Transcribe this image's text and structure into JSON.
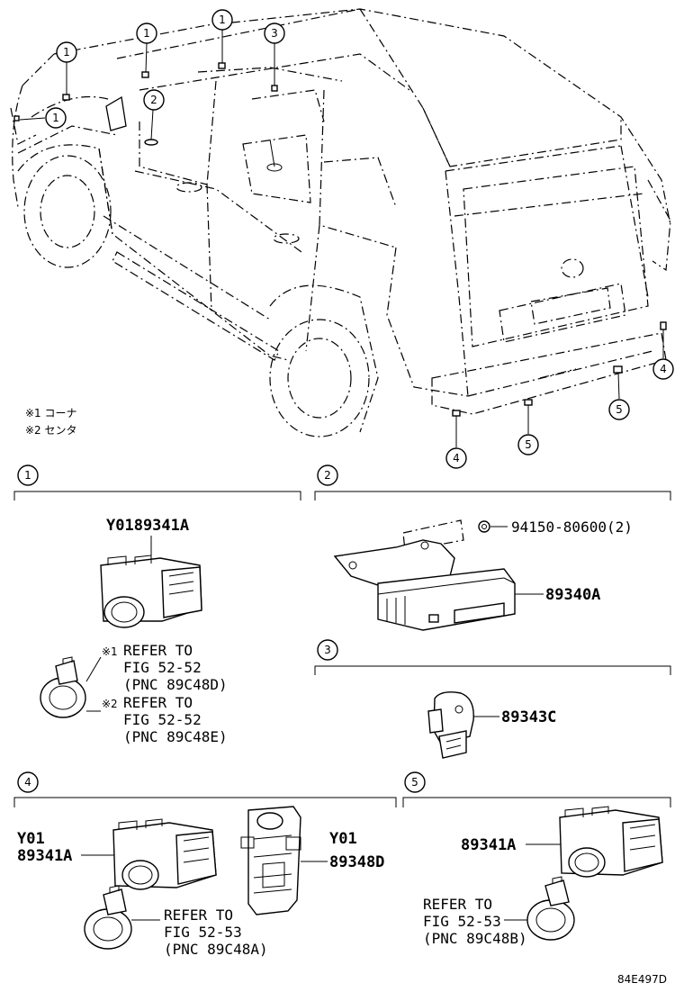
{
  "callouts": {
    "c1": "1",
    "c2": "2",
    "c3": "3",
    "c4": "4",
    "c5": "5"
  },
  "legend": {
    "note1": "※1 コーナ",
    "note2": "※2 センタ"
  },
  "sections": {
    "s1": {
      "number": "1",
      "part_label": "Y0189341A",
      "ref1_mark": "※1",
      "ref1_line1": "REFER TO",
      "ref1_line2": "FIG 52-52",
      "ref1_line3": "(PNC 89C48D)",
      "ref2_mark": "※2",
      "ref2_line1": "REFER TO",
      "ref2_line2": "FIG 52-52",
      "ref2_line3": "(PNC 89C48E)"
    },
    "s2": {
      "number": "2",
      "bolt_label": "94150-80600(2)",
      "ecu_label": "89340A"
    },
    "s3": {
      "number": "3",
      "part_label": "89343C"
    },
    "s4": {
      "number": "4",
      "sensor_line1": "Y01",
      "sensor_line2": "89341A",
      "bracket_line1": "Y01",
      "bracket_line2": "89348D",
      "ref_line1": "REFER TO",
      "ref_line2": "FIG 52-53",
      "ref_line3": "(PNC 89C48A)"
    },
    "s5": {
      "number": "5",
      "sensor_label": "89341A",
      "ref_line1": "REFER TO",
      "ref_line2": "FIG 52-53",
      "ref_line3": "(PNC 89C48B)"
    }
  },
  "figure_code": "84E497D"
}
